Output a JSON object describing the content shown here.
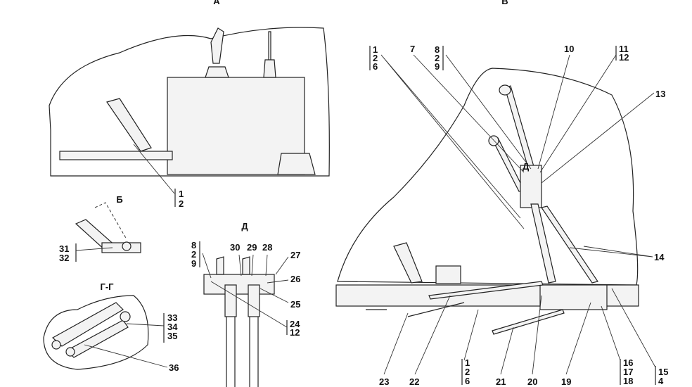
{
  "views": {
    "A": {
      "title": "А",
      "callouts": [
        "1",
        "2"
      ]
    },
    "B": {
      "title": "Б",
      "callouts": [
        "31",
        "32"
      ]
    },
    "GG": {
      "title": "Г-Г",
      "callouts": [
        "33",
        "34",
        "35",
        "36"
      ]
    },
    "D": {
      "title": "Д",
      "callouts": [
        "8",
        "2",
        "9",
        "30",
        "29",
        "28",
        "27",
        "26",
        "25",
        "24",
        "12"
      ]
    },
    "V": {
      "title": "В",
      "marker": "Д",
      "callouts_top": [
        "1",
        "2",
        "6",
        "7",
        "8",
        "2",
        "9",
        "10",
        "11",
        "12",
        "13",
        "14"
      ],
      "callouts_bottom": [
        "23",
        "22",
        "1",
        "2",
        "6",
        "21",
        "20",
        "19",
        "16",
        "17",
        "18",
        "15",
        "4"
      ]
    }
  }
}
